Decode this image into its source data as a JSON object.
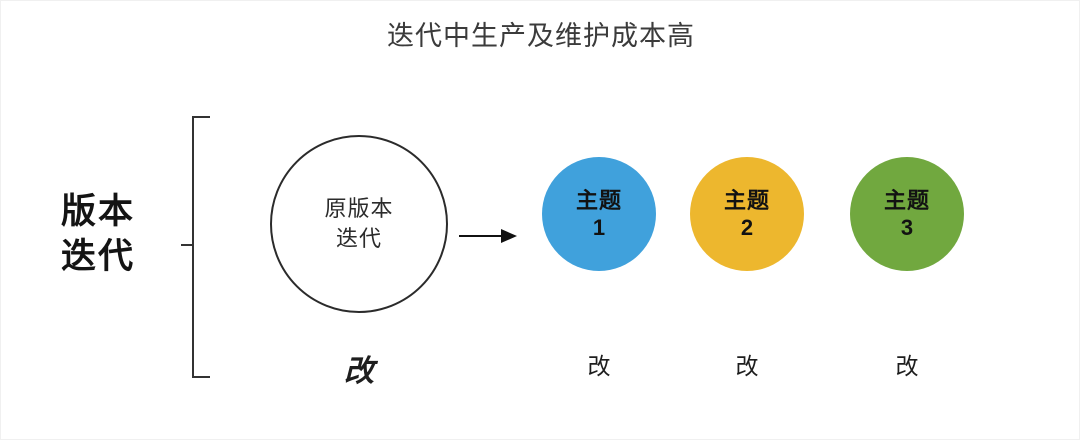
{
  "slide": {
    "title": "迭代中生产及维护成本高",
    "background_color": "#ffffff"
  },
  "left_group": {
    "label_line1": "版本",
    "label_line2": "迭代",
    "bracket": "vertical-brace"
  },
  "origin": {
    "circle_line1": "原版本",
    "circle_line2": "迭代",
    "outline_color": "#2b2b2b",
    "fill_color": "#ffffff",
    "caption": "改"
  },
  "arrow": {
    "direction": "right",
    "color": "#111111"
  },
  "themes": [
    {
      "label": "主题",
      "number": "1",
      "color": "#40A1DC",
      "text_color": "#121212",
      "caption": "改"
    },
    {
      "label": "主题",
      "number": "2",
      "color": "#EDB72E",
      "text_color": "#121212",
      "caption": "改"
    },
    {
      "label": "主题",
      "number": "3",
      "color": "#71A83F",
      "text_color": "#121212",
      "caption": "改"
    }
  ]
}
